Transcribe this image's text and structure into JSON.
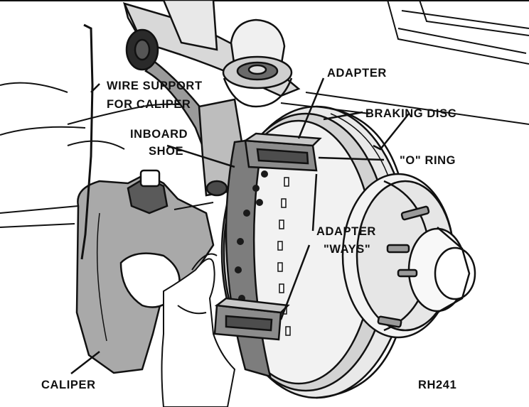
{
  "labels": {
    "wire_support_line1": "WIRE SUPPORT",
    "wire_support_line2": "FOR CALIPER",
    "adapter": "ADAPTER",
    "braking_disc": "BRAKING DISC",
    "inboard_line1": "INBOARD",
    "inboard_line2": "SHOE",
    "o_ring": "\"O\" RING",
    "adapter_ways_line1": "ADAPTER",
    "adapter_ways_line2": "\"WAYS\"",
    "caliper": "CALIPER",
    "figure_code": "RH241"
  },
  "colors": {
    "ink": "#111111",
    "paper": "#ffffff",
    "shade": "#8a8a8a",
    "dark": "#2a2a2a"
  }
}
